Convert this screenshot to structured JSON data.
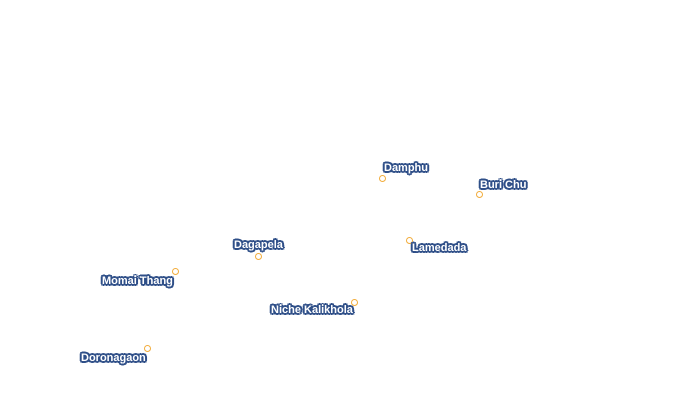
{
  "map": {
    "marker_color": "#f2ad3c",
    "label_halo_color": "#2f4f88",
    "label_text_color": "#ffffff",
    "places": {
      "damphu": "Damphu",
      "buri_chu": "Buri Chu",
      "lamedada": "Lamedada",
      "dagapela": "Dagapela",
      "momai_thang": "Momai Thang",
      "niche_kalikhola": "Niche Kalikhola",
      "doronagaon": "Doronagaon"
    }
  }
}
